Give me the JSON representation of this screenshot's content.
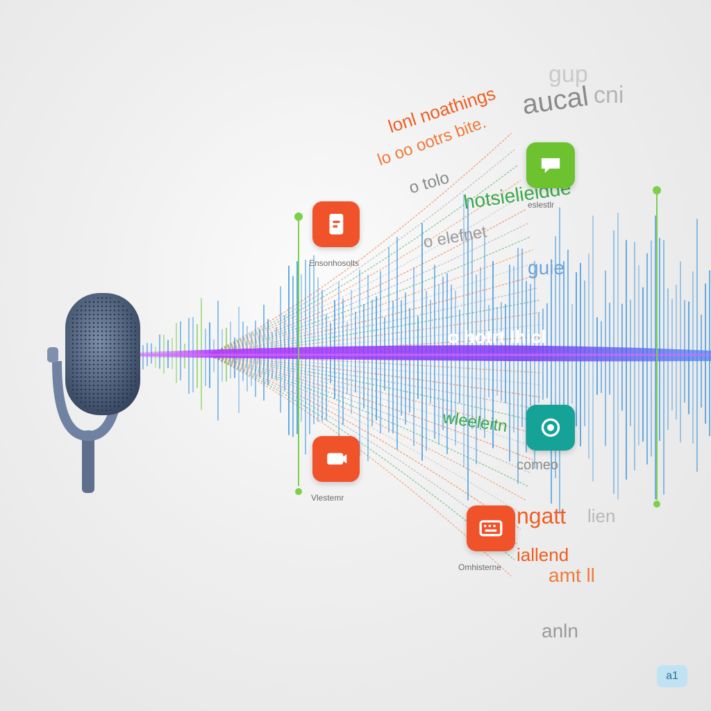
{
  "floating_text": {
    "gup": "gup",
    "aucal": "aucal",
    "cni": "cni",
    "noathings": "lonl noathings",
    "orange_bite": "lo oo ootrs bite.",
    "tolo": "o tolo",
    "hotsieliente": "hotsielieidde",
    "elefnet": "o elefnet",
    "quie": "guie",
    "hofort": "o hotrt Ihicl",
    "ngatt": "ngatt",
    "lien": "lien",
    "iallend": "iallend",
    "amt": "amt ll",
    "anln": "anln",
    "comeo": "comeo",
    "wiecent": "wleeleitn"
  },
  "app_captions": {
    "top_left": "Ensonhosolts",
    "top_right": "eslestlr",
    "bottom_left": "Vlestemr",
    "bottom_center": "Omhisterne"
  },
  "corner_badge": "a1",
  "colors": {
    "wave_blue": "#2f8fe0",
    "beam_purple": "#9b2de8",
    "wave_green": "#6fcf3a",
    "app_orange": "#f0522a",
    "app_green": "#6cc22f",
    "app_teal": "#14a396",
    "text_orange": "#ee5e22",
    "text_green": "#3aa84a"
  },
  "icons": [
    "microphone-icon",
    "document-app-icon",
    "chat-app-icon",
    "camera-app-icon",
    "media-app-icon",
    "keyboard-app-icon"
  ]
}
